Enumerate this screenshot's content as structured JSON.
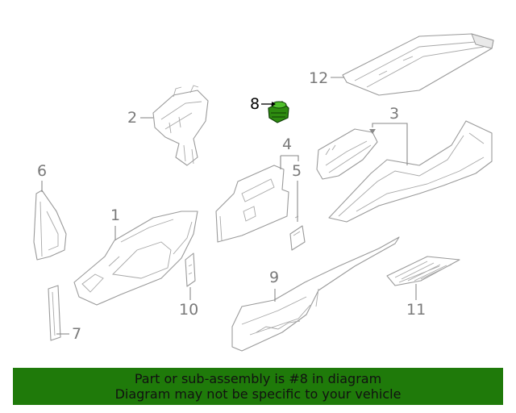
{
  "callouts": {
    "c1": "1",
    "c2": "2",
    "c3": "3",
    "c4": "4",
    "c5": "5",
    "c6": "6",
    "c7": "7",
    "c8": "8",
    "c9": "9",
    "c10": "10",
    "c11": "11",
    "c12": "12"
  },
  "highlight": {
    "part_number": "8",
    "color": "#2e8b10"
  },
  "banner": {
    "line1": "Part or sub-assembly is #8 in diagram",
    "line2": "Diagram may not be specific to your vehicle",
    "background": "#1f7a0a"
  }
}
